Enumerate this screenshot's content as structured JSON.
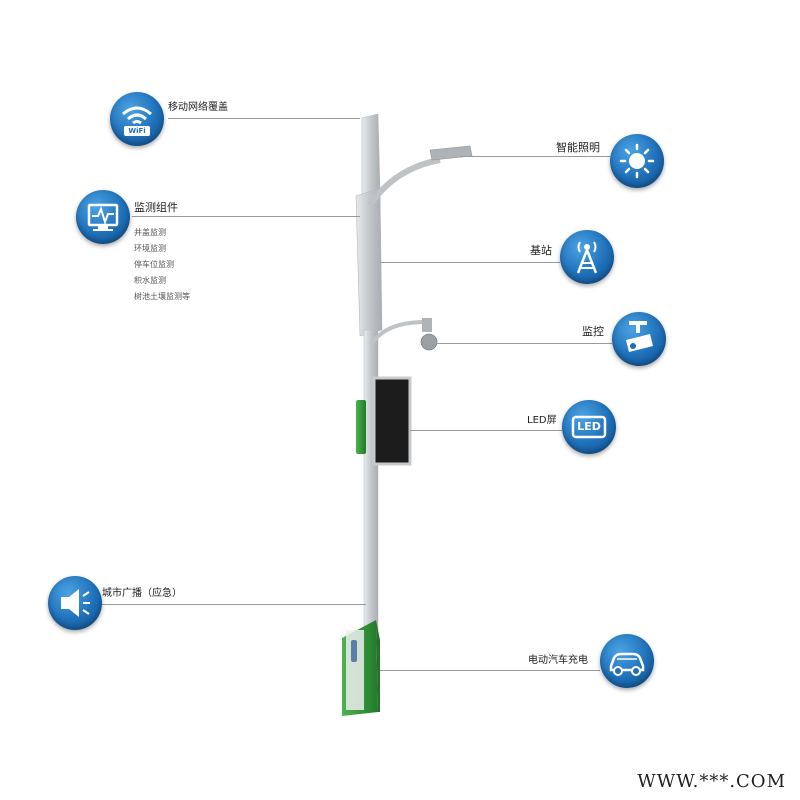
{
  "labels": {
    "mobile_network": "移动网络覆盖",
    "monitor_component": "监测组件",
    "smart_lighting": "智能照明",
    "base_station": "基站",
    "surveillance": "监控",
    "led_screen": "LED屏",
    "broadcast": "城市广播（应急）",
    "ev_charging": "电动汽车充电"
  },
  "monitor_items": [
    "井盖监测",
    "环境监测",
    "停车位监测",
    "积水监测",
    "树池土壤监测等"
  ],
  "wifi_icon_text": "WiFi",
  "led_icon_text": "LED",
  "watermark": "WWW.***.COM",
  "colors": {
    "icon_blue": "#1e6fb8",
    "pole_gray": "#c9ccce",
    "accent_green": "#3a9a3a",
    "screen_dark": "#1c1c1c"
  }
}
